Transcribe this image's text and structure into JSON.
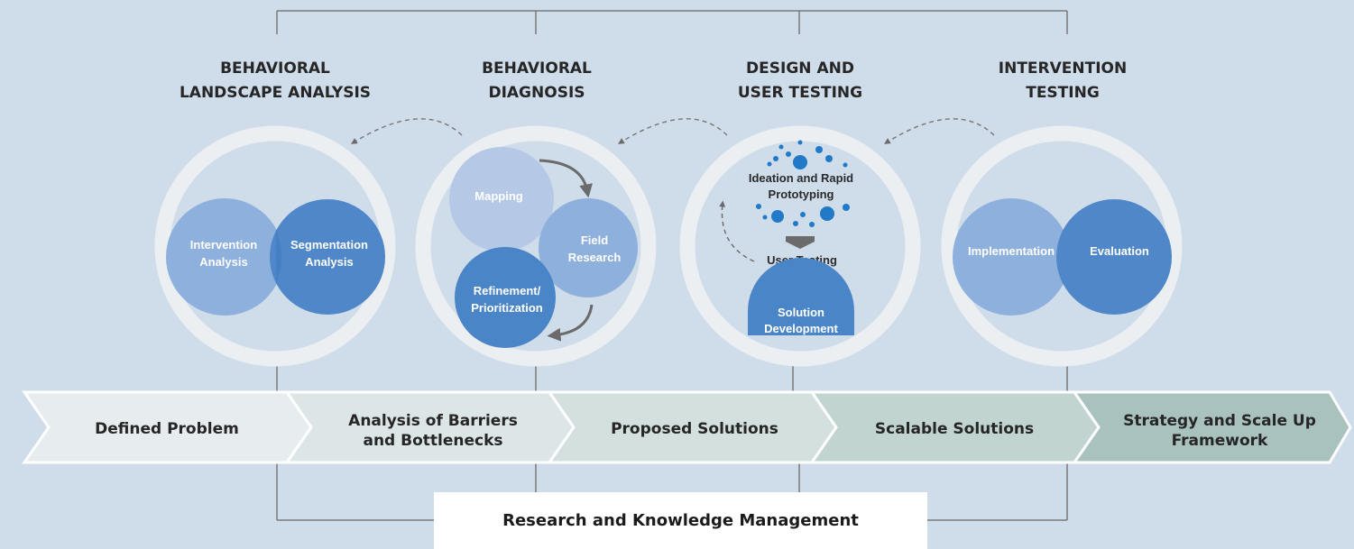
{
  "phases": [
    {
      "line1": "BEHAVIORAL",
      "line2": "LANDSCAPE ANALYSIS"
    },
    {
      "line1": "BEHAVIORAL",
      "line2": "DIAGNOSIS"
    },
    {
      "line1": "DESIGN AND",
      "line2": "USER TESTING"
    },
    {
      "line1": "INTERVENTION",
      "line2": "TESTING"
    }
  ],
  "circle1": {
    "left": {
      "line1": "Intervention",
      "line2": "Analysis"
    },
    "right": {
      "line1": "Segmentation",
      "line2": "Analysis"
    }
  },
  "circle2": {
    "mapping": "Mapping",
    "field": {
      "line1": "Field",
      "line2": "Research"
    },
    "refine": {
      "line1": "Refinement/",
      "line2": "Prioritization"
    }
  },
  "circle3": {
    "ideation": {
      "line1": "Ideation and Rapid",
      "line2": "Prototyping"
    },
    "user_testing": "User Testing",
    "solution": {
      "line1": "Solution",
      "line2": "Development"
    }
  },
  "circle4": {
    "left": "Implementation",
    "right": "Evaluation"
  },
  "chevrons": [
    {
      "line1": "Defined Problem",
      "line2": ""
    },
    {
      "line1": "Analysis of Barriers",
      "line2": "and Bottlenecks"
    },
    {
      "line1": "Proposed Solutions",
      "line2": ""
    },
    {
      "line1": "Scalable Solutions",
      "line2": ""
    },
    {
      "line1": "Strategy and Scale Up",
      "line2": "Framework"
    }
  ],
  "footer": "Research and Knowledge Management",
  "colors": {
    "background": "#cfdcea",
    "ring": "#ebeff2",
    "light_blue": "#8eb0dc",
    "mid_blue": "#5b8fcb",
    "dark_blue": "#4a85c7",
    "dot_blue": "#2179c7",
    "chevron": [
      "#e7ecee",
      "#dde6e6",
      "#d3e0dd",
      "#c1d4d0",
      "#a9c2be"
    ]
  }
}
